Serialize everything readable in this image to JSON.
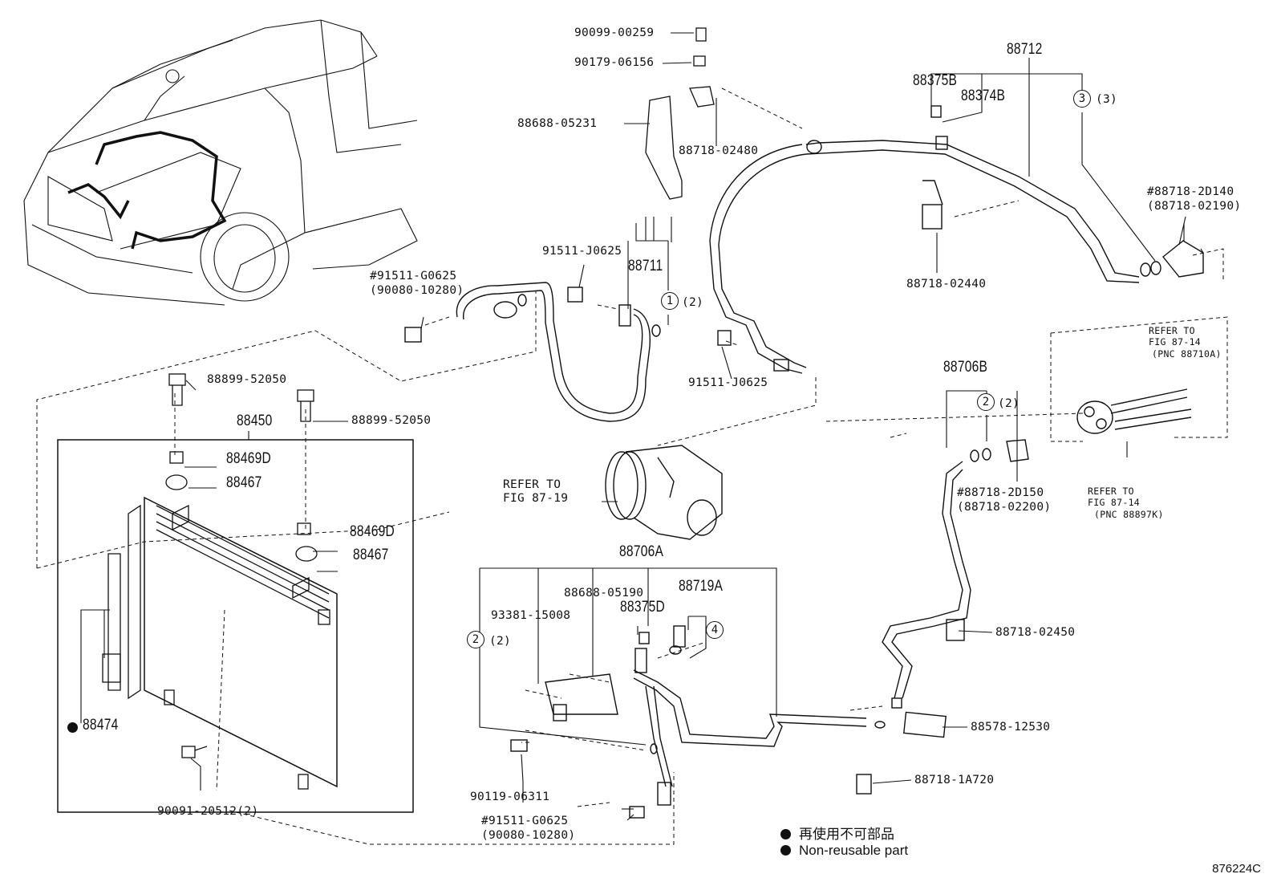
{
  "labels": {
    "p90099_00259": "90099-00259",
    "p90179_06156": "90179-06156",
    "p88688_05231": "88688-05231",
    "p88718_02480": "88718-02480",
    "p88712": "88712",
    "p88375B": "88375B",
    "p88374B": "88374B",
    "c3": "3",
    "c3_qty": "(3)",
    "p88718_2D140": "#88718-2D140",
    "p88718_02190": "(88718-02190)",
    "p88718_02440": "88718-02440",
    "p91511_J0625_a": "91511-J0625",
    "p88711": "88711",
    "c1": "1",
    "c1_qty": "(2)",
    "p91511_G0625_a": "#91511-G0625",
    "p90080_10280_a": "(90080-10280)",
    "p91511_J0625_b": "91511-J0625",
    "refer_87_14_a_1": "REFER TO",
    "refer_87_14_a_2": "FIG 87-14",
    "refer_87_14_a_3": "(PNC 88710A)",
    "p88706B": "88706B",
    "c2a": "2",
    "c2a_qty": "(2)",
    "p88899_52050_a": "88899-52050",
    "p88899_52050_b": "88899-52050",
    "p88450": "88450",
    "p88469D_a": "88469D",
    "p88467_a": "88467",
    "p88469D_b": "88469D",
    "p88467_b": "88467",
    "refer_87_19_1": "REFER TO",
    "refer_87_19_2": "FIG 87-19",
    "p88718_2D150": "#88718-2D150",
    "p88718_02200": "(88718-02200)",
    "refer_87_14_b_1": "REFER TO",
    "refer_87_14_b_2": "FIG 87-14",
    "refer_87_14_b_3": "(PNC 88897K)",
    "p88706A": "88706A",
    "p88688_05190": "88688-05190",
    "p88719A": "88719A",
    "p93381_15008": "93381-15008",
    "p88375D": "88375D",
    "c4": "4",
    "c2b": "2",
    "c2b_qty": "(2)",
    "p88718_02450": "88718-02450",
    "p88474": "88474",
    "p88578_12530": "88578-12530",
    "p90119_06311": "90119-06311",
    "p88718_1A720": "88718-1A720",
    "p90091_20512": "90091-20512(2)",
    "p91511_G0625_b": "#91511-G0625",
    "p90080_10280_b": "(90080-10280)"
  },
  "legend": {
    "jp": "再使用不可部品",
    "en": "Non-reusable part"
  },
  "figure_code": "876224C"
}
